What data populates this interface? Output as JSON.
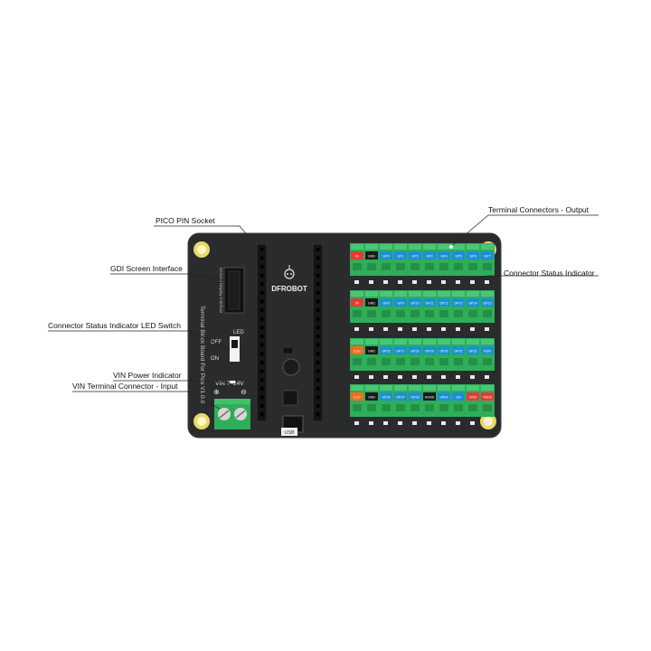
{
  "callouts": {
    "pico_pin_socket": "PICO PIN Socket",
    "gdi_screen_interface": "GDI Screen Interface",
    "led_switch": "Connector Status Indicator LED Switch",
    "vin_power_indicator": "VIN Power Indicator",
    "vin_terminal_input": "VIN Terminal Connector - Input",
    "terminal_output": "Terminal Connectors - Output",
    "connector_status_indicator": "Connector Status Indicator"
  },
  "board": {
    "brand": "DFROBOT",
    "vertical_title": "Terminal Block Board For Pico V1.0.0",
    "gdi_label": "General Display Interface",
    "led_label": "LED",
    "off_label": "OFF",
    "on_label": "ON",
    "vin_label": "VIN 7~24V",
    "plus_label": "⊕",
    "minus_label": "⊖",
    "usb_label": "USB",
    "colors": {
      "pcb": "#2a2b2d",
      "terminal_green": "#2fae59",
      "label_blue": "#1b8fd6",
      "label_red": "#e53935",
      "label_orange": "#f26b1d",
      "label_black": "#1a1a1a",
      "mount_hole": "#e8d96a"
    }
  },
  "terminal_rows": [
    {
      "labels": [
        "5V",
        "GND",
        "GP0",
        "GP1",
        "GP2",
        "GP3",
        "GP4",
        "GP5",
        "GP6",
        "GP7"
      ],
      "colors": [
        "red",
        "black",
        "blue",
        "blue",
        "blue",
        "blue",
        "blue",
        "blue",
        "blue",
        "blue"
      ]
    },
    {
      "labels": [
        "5V",
        "GND",
        "GP8",
        "GP9",
        "GP10",
        "GP11",
        "GP12",
        "GP13",
        "GP14",
        "GP15"
      ],
      "colors": [
        "red",
        "black",
        "blue",
        "blue",
        "blue",
        "blue",
        "blue",
        "blue",
        "blue",
        "blue"
      ]
    },
    {
      "labels": [
        "3.3V",
        "GND",
        "GP16",
        "GP17",
        "GP18",
        "GP19",
        "GP20",
        "GP21",
        "GP22",
        "RUN"
      ],
      "colors": [
        "orange",
        "black",
        "blue",
        "blue",
        "blue",
        "blue",
        "blue",
        "blue",
        "blue",
        "blue"
      ]
    },
    {
      "labels": [
        "3.3V",
        "GND",
        "GP26",
        "GP27",
        "GP28",
        "AGND",
        "VREF",
        "EN",
        "3V3S",
        "VBUS"
      ],
      "colors": [
        "orange",
        "black",
        "blue",
        "blue",
        "blue",
        "black",
        "blue",
        "blue",
        "red",
        "red"
      ]
    }
  ]
}
